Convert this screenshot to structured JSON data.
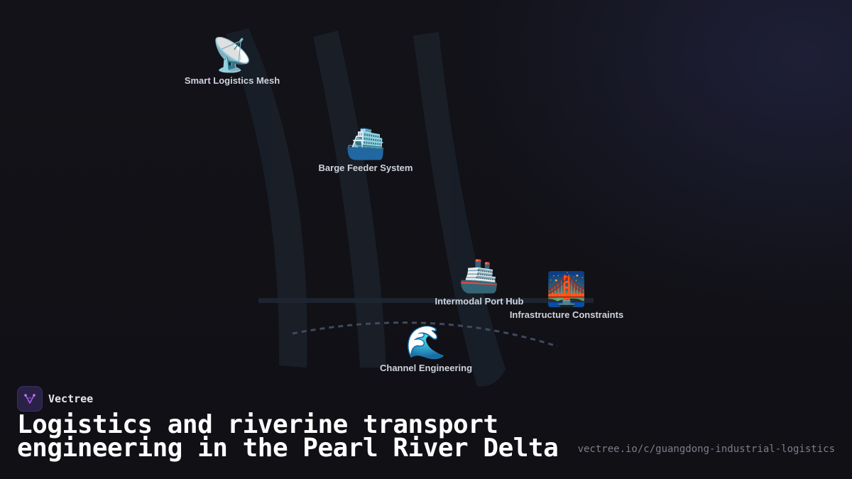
{
  "brand": {
    "name": "Vectree",
    "logo_icon": "vectree-tree-logo",
    "accent_color": "#a05ce0"
  },
  "title": "Logistics and riverine transport engineering in the Pearl River Delta",
  "url": "vectree.io/c/guangdong-industrial-logistics",
  "nodes": [
    {
      "id": "smart-logistics-mesh",
      "label": "Smart Logistics Mesh",
      "icon": "📡",
      "icon_name": "satellite-antenna-icon"
    },
    {
      "id": "barge-feeder-system",
      "label": "Barge Feeder System",
      "icon": "⛴️",
      "icon_name": "ferry-icon"
    },
    {
      "id": "intermodal-port-hub",
      "label": "Intermodal Port Hub",
      "icon": "🚢",
      "icon_name": "ship-icon"
    },
    {
      "id": "infrastructure-constraints",
      "label": "Infrastructure Constraints",
      "icon": "🌉",
      "icon_name": "bridge-at-night-icon"
    },
    {
      "id": "channel-engineering",
      "label": "Channel Engineering",
      "icon": "🌊",
      "icon_name": "water-wave-icon"
    }
  ]
}
